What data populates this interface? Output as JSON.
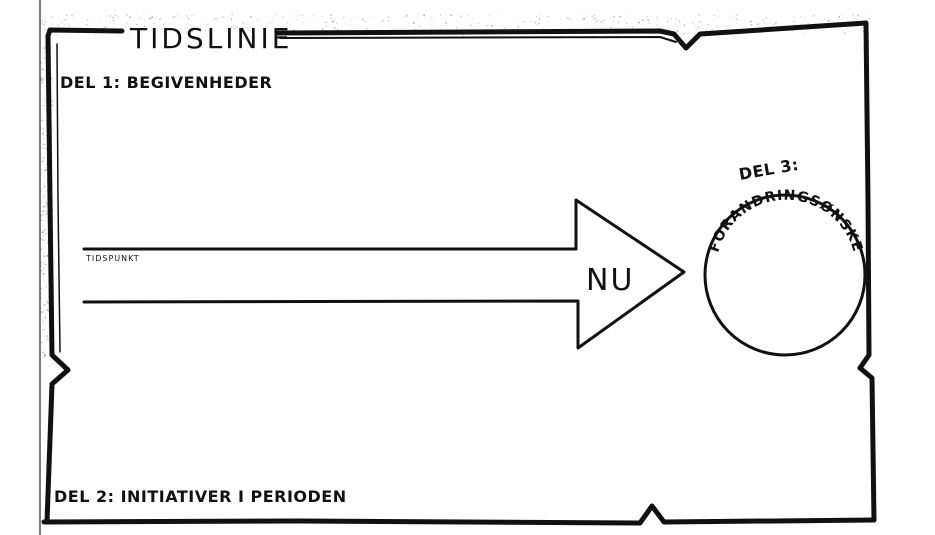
{
  "title": "TIDSLINIE",
  "part1_label": "DEL 1: BEGIVENHEDER",
  "part2_label": "DEL 2: INITIATIVER I PERIODEN",
  "part3_label": "DEL 3:",
  "timepoint_label": "TIDSPUNKT",
  "arrow_label": "NU",
  "circle_label": "FORANDRINGSØNSKE",
  "colors": {
    "ink": "#111111",
    "paper": "#ffffff",
    "grain": "#9a9a9a"
  }
}
